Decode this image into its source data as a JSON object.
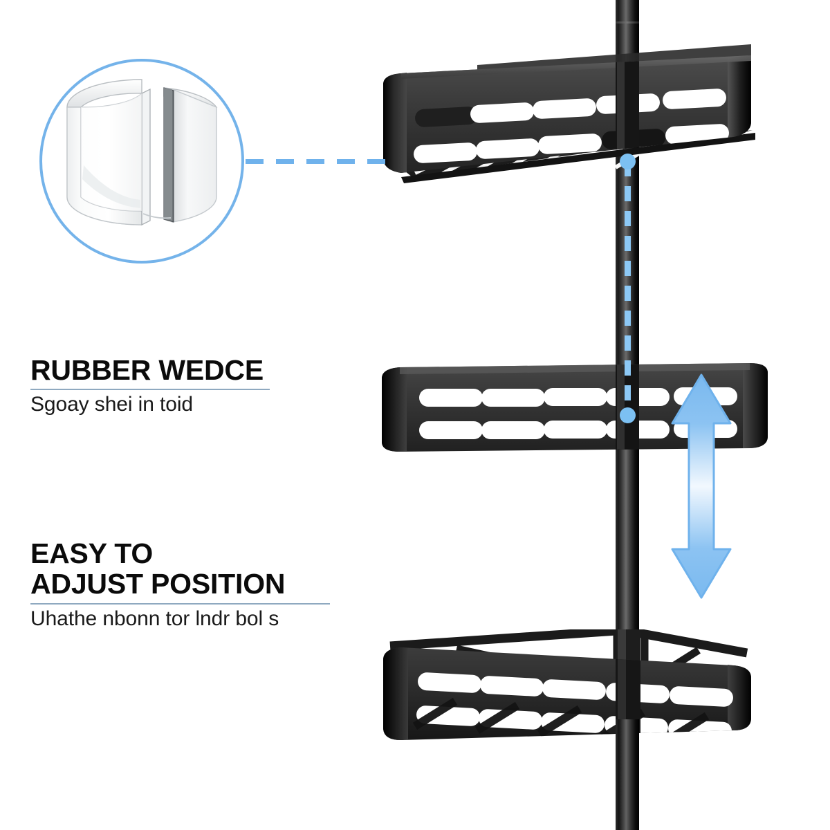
{
  "page": {
    "background_color": "#ffffff",
    "accent_color": "#74b3ea",
    "arrow_color": "#85bff0",
    "rule_color": "#8fa9c0",
    "metal_color": "#2b2b2b"
  },
  "features": [
    {
      "id": "rubber-wedge",
      "title": "RUBBER WEDCE",
      "subtitle": "Sgoay shei in toid"
    },
    {
      "id": "easy-adjust",
      "title": "EASY TO\nADJUST POSITION",
      "subtitle": "Uhathe nbonn tor lndr bol s"
    }
  ],
  "callout": {
    "name": "rubber-wedge-detail",
    "shape": "circle",
    "outline_color": "#74b3ea",
    "content": "translucent split rubber sleeve"
  },
  "leader": {
    "style": "dashed",
    "color": "#6fb2ec",
    "from": "callout",
    "to": "top-shelf"
  },
  "product": {
    "name": "corner shower caddy tension pole",
    "pole_color": "#1a1a1a",
    "shelves": [
      {
        "id": "top-shelf",
        "position": "top",
        "slot_columns": 5,
        "slot_rows": 2
      },
      {
        "id": "middle-shelf",
        "position": "middle",
        "slot_columns": 5,
        "slot_rows": 2
      },
      {
        "id": "bottom-shelf",
        "position": "bottom",
        "slot_columns": 5,
        "slot_rows": 2
      }
    ],
    "markers": [
      {
        "id": "top-marker",
        "color": "#7cc0f2"
      },
      {
        "id": "middle-marker",
        "color": "#7cc0f2"
      }
    ],
    "adjust_arrow": {
      "direction": "up-down",
      "color": "#85bff0"
    }
  },
  "chart_data": null
}
